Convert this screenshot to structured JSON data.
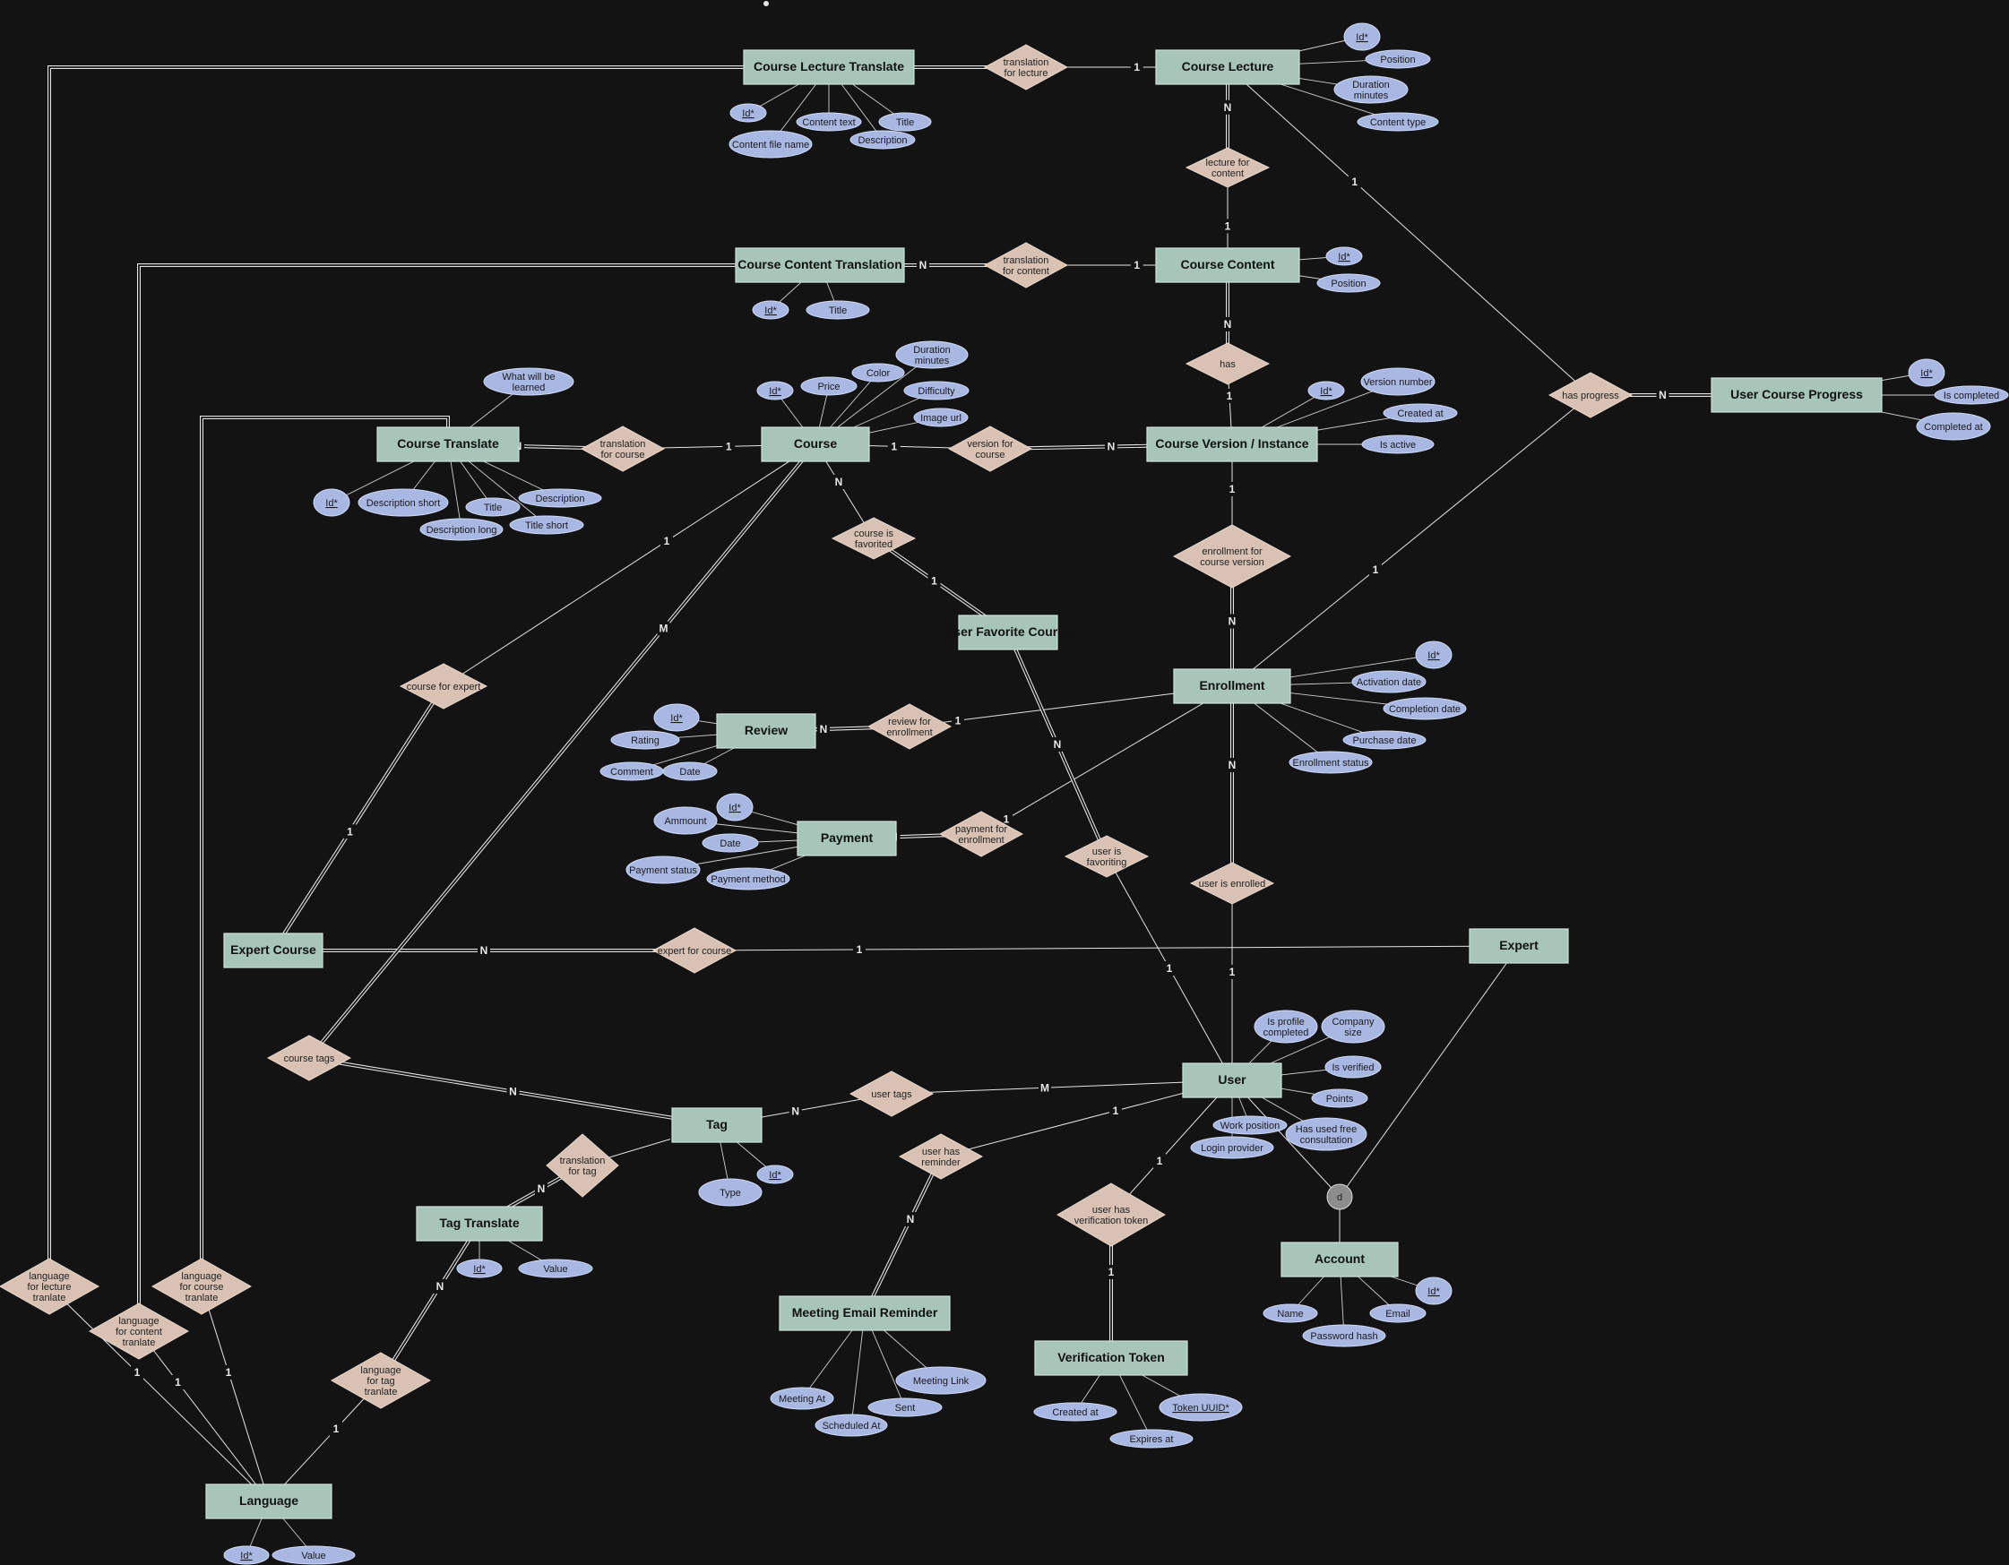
{
  "entities": [
    {
      "id": "clt",
      "label": "Course Lecture Translate"
    },
    {
      "id": "cl",
      "label": "Course Lecture"
    },
    {
      "id": "cct",
      "label": "Course Content Translation"
    },
    {
      "id": "cc",
      "label": "Course Content"
    },
    {
      "id": "ct",
      "label": "Course Translate"
    },
    {
      "id": "course",
      "label": "Course"
    },
    {
      "id": "cv",
      "label": "Course Version / Instance"
    },
    {
      "id": "ucp",
      "label": "User Course Progress"
    },
    {
      "id": "ufc",
      "label": "User Favorite Course"
    },
    {
      "id": "enr",
      "label": "Enrollment"
    },
    {
      "id": "review",
      "label": "Review"
    },
    {
      "id": "payment",
      "label": "Payment"
    },
    {
      "id": "ec",
      "label": "Expert Course"
    },
    {
      "id": "expert",
      "label": "Expert"
    },
    {
      "id": "user",
      "label": "User"
    },
    {
      "id": "tag",
      "label": "Tag"
    },
    {
      "id": "tt",
      "label": "Tag Translate"
    },
    {
      "id": "account",
      "label": "Account"
    },
    {
      "id": "mer",
      "label": "Meeting Email Reminder"
    },
    {
      "id": "vt",
      "label": "Verification Token"
    },
    {
      "id": "lang",
      "label": "Language"
    }
  ],
  "relationships": [
    {
      "id": "r_tl",
      "label": "translation\nfor lecture"
    },
    {
      "id": "r_lfc",
      "label": "lecture for\ncontent"
    },
    {
      "id": "r_tc",
      "label": "translation\nfor content"
    },
    {
      "id": "r_has",
      "label": "has"
    },
    {
      "id": "r_tfc",
      "label": "translation\nfor course"
    },
    {
      "id": "r_vfc",
      "label": "version for\ncourse"
    },
    {
      "id": "r_hp",
      "label": "has progress"
    },
    {
      "id": "r_cif",
      "label": "course is\nfavorited"
    },
    {
      "id": "r_efcv",
      "label": "enrollment for\ncourse version"
    },
    {
      "id": "r_cfe",
      "label": "course for expert"
    },
    {
      "id": "r_rfe",
      "label": "review for\nenrollment"
    },
    {
      "id": "r_pfe",
      "label": "payment for\nenrollment"
    },
    {
      "id": "r_uif",
      "label": "user is\nfavoriting"
    },
    {
      "id": "r_uie",
      "label": "user is enrolled"
    },
    {
      "id": "r_efc",
      "label": "expert for course"
    },
    {
      "id": "r_ctags",
      "label": "course tags"
    },
    {
      "id": "r_utags",
      "label": "user tags"
    },
    {
      "id": "r_tft",
      "label": "translation\nfor tag"
    },
    {
      "id": "r_uhr",
      "label": "user has\nreminder"
    },
    {
      "id": "r_uhvt",
      "label": "user has\nverification token"
    },
    {
      "id": "r_lflt",
      "label": "language\nfor lecture\ntranlate"
    },
    {
      "id": "r_lfct",
      "label": "language\nfor content\ntranlate"
    },
    {
      "id": "r_lfcrt",
      "label": "language\nfor course\ntranlate"
    },
    {
      "id": "r_lftt",
      "label": "language\nfor tag\ntranlate"
    }
  ],
  "attributes": [
    {
      "id": "a_cl_id",
      "label": "Id*",
      "key": true
    },
    {
      "id": "a_cl_pos",
      "label": "Position"
    },
    {
      "id": "a_cl_dur",
      "label": "Duration\nminutes"
    },
    {
      "id": "a_cl_ctype",
      "label": "Content type"
    },
    {
      "id": "a_clt_id",
      "label": "Id*",
      "key": true
    },
    {
      "id": "a_clt_ctext",
      "label": "Content text"
    },
    {
      "id": "a_clt_title",
      "label": "Title"
    },
    {
      "id": "a_clt_cfn",
      "label": "Content file name"
    },
    {
      "id": "a_clt_desc",
      "label": "Description"
    },
    {
      "id": "a_cc_id",
      "label": "Id*",
      "key": true
    },
    {
      "id": "a_cc_pos",
      "label": "Position"
    },
    {
      "id": "a_cct_id",
      "label": "Id*",
      "key": true
    },
    {
      "id": "a_cct_title",
      "label": "Title"
    },
    {
      "id": "a_c_id",
      "label": "Id*",
      "key": true
    },
    {
      "id": "a_c_price",
      "label": "Price"
    },
    {
      "id": "a_c_color",
      "label": "Color"
    },
    {
      "id": "a_c_dur",
      "label": "Duration\nminutes"
    },
    {
      "id": "a_c_diff",
      "label": "Difficulty"
    },
    {
      "id": "a_c_img",
      "label": "Image url"
    },
    {
      "id": "a_ct_wwbl",
      "label": "What will be\nlearned"
    },
    {
      "id": "a_ct_id",
      "label": "Id*",
      "key": true
    },
    {
      "id": "a_ct_dshort",
      "label": "Description short"
    },
    {
      "id": "a_ct_title",
      "label": "Title"
    },
    {
      "id": "a_ct_desc",
      "label": "Description"
    },
    {
      "id": "a_ct_dlong",
      "label": "Description long"
    },
    {
      "id": "a_ct_tshort",
      "label": "Title short"
    },
    {
      "id": "a_cv_id",
      "label": "Id*",
      "key": true
    },
    {
      "id": "a_cv_vn",
      "label": "Version number"
    },
    {
      "id": "a_cv_ca",
      "label": "Created at"
    },
    {
      "id": "a_cv_ia",
      "label": "Is active"
    },
    {
      "id": "a_ucp_id",
      "label": "Id*",
      "key": true
    },
    {
      "id": "a_ucp_ic",
      "label": "Is completed"
    },
    {
      "id": "a_ucp_ca",
      "label": "Completed at"
    },
    {
      "id": "a_enr_id",
      "label": "Id*",
      "key": true
    },
    {
      "id": "a_enr_ad",
      "label": "Activation date"
    },
    {
      "id": "a_enr_cd",
      "label": "Completion date"
    },
    {
      "id": "a_enr_pd",
      "label": "Purchase date"
    },
    {
      "id": "a_enr_es",
      "label": "Enrollment status"
    },
    {
      "id": "a_rev_id",
      "label": "Id*",
      "key": true
    },
    {
      "id": "a_rev_rating",
      "label": "Rating"
    },
    {
      "id": "a_rev_comment",
      "label": "Comment"
    },
    {
      "id": "a_rev_date",
      "label": "Date"
    },
    {
      "id": "a_pay_id",
      "label": "Id*",
      "key": true
    },
    {
      "id": "a_pay_amt",
      "label": "Ammount"
    },
    {
      "id": "a_pay_date",
      "label": "Date"
    },
    {
      "id": "a_pay_status",
      "label": "Payment status"
    },
    {
      "id": "a_pay_method",
      "label": "Payment method"
    },
    {
      "id": "a_u_ipc",
      "label": "Is profile\ncompleted"
    },
    {
      "id": "a_u_cs",
      "label": "Company\nsize"
    },
    {
      "id": "a_u_iv",
      "label": "Is verified"
    },
    {
      "id": "a_u_pts",
      "label": "Points"
    },
    {
      "id": "a_u_wp",
      "label": "Work position"
    },
    {
      "id": "a_u_hufc",
      "label": "Has used free\nconsultation"
    },
    {
      "id": "a_u_lp",
      "label": "Login provider"
    },
    {
      "id": "a_tag_id",
      "label": "Id*",
      "key": true
    },
    {
      "id": "a_tag_type",
      "label": "Type"
    },
    {
      "id": "a_tt_id",
      "label": "Id*",
      "key": true
    },
    {
      "id": "a_tt_val",
      "label": "Value"
    },
    {
      "id": "a_acc_id",
      "label": "Id*",
      "key": true
    },
    {
      "id": "a_acc_name",
      "label": "Name"
    },
    {
      "id": "a_acc_email",
      "label": "Email"
    },
    {
      "id": "a_acc_ph",
      "label": "Password hash"
    },
    {
      "id": "a_mer_ma",
      "label": "Meeting At"
    },
    {
      "id": "a_mer_ml",
      "label": "Meeting Link"
    },
    {
      "id": "a_mer_sent",
      "label": "Sent"
    },
    {
      "id": "a_mer_sa",
      "label": "Scheduled At"
    },
    {
      "id": "a_vt_ca",
      "label": "Created at"
    },
    {
      "id": "a_vt_tok",
      "label": "Token UUID*",
      "key": true
    },
    {
      "id": "a_vt_ea",
      "label": "Expires at"
    },
    {
      "id": "a_lang_id",
      "label": "Id*",
      "key": true
    },
    {
      "id": "a_lang_val",
      "label": "Value"
    }
  ],
  "subtype_marker": {
    "label": "d"
  }
}
